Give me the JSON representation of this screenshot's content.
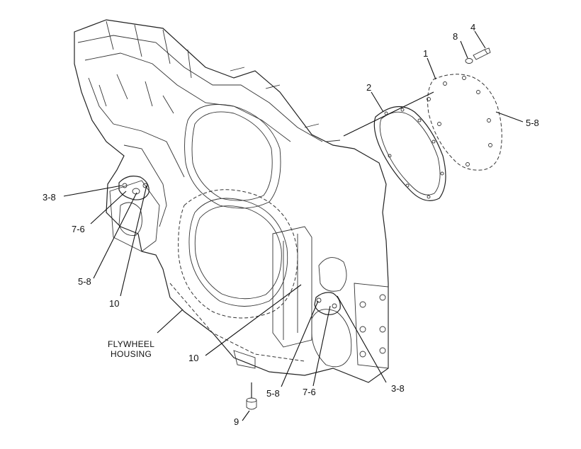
{
  "callouts": {
    "c1": "1",
    "c2": "2",
    "c4": "4",
    "c8": "8",
    "c5_8_right": "5-8",
    "c3_8_left": "3-8",
    "c7_6_left": "7-6",
    "c5_8_left": "5-8",
    "c10_left": "10",
    "c10_bottom": "10",
    "c5_8_bottom": "5-8",
    "c7_6_bottom": "7-6",
    "c3_8_bottom": "3-8",
    "c9": "9"
  },
  "flywheel_label": {
    "line1": "FLYWHEEL",
    "line2": "HOUSING"
  },
  "colors": {
    "line": "#222222",
    "background": "#ffffff"
  }
}
